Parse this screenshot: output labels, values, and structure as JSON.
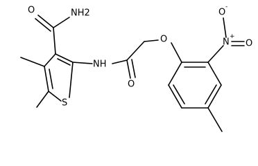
{
  "molecule": {
    "atoms": {
      "amide_n": "NH2",
      "amide_o": "O",
      "thiophene_s": "S",
      "amine_nh": "NH",
      "carbonyl_o": "O",
      "ether_o": "O",
      "nitro_n": "N",
      "nitro_n_charge": "+",
      "nitro_o_top": "O",
      "nitro_o_top_charge": "-",
      "nitro_o_right": "O"
    }
  }
}
